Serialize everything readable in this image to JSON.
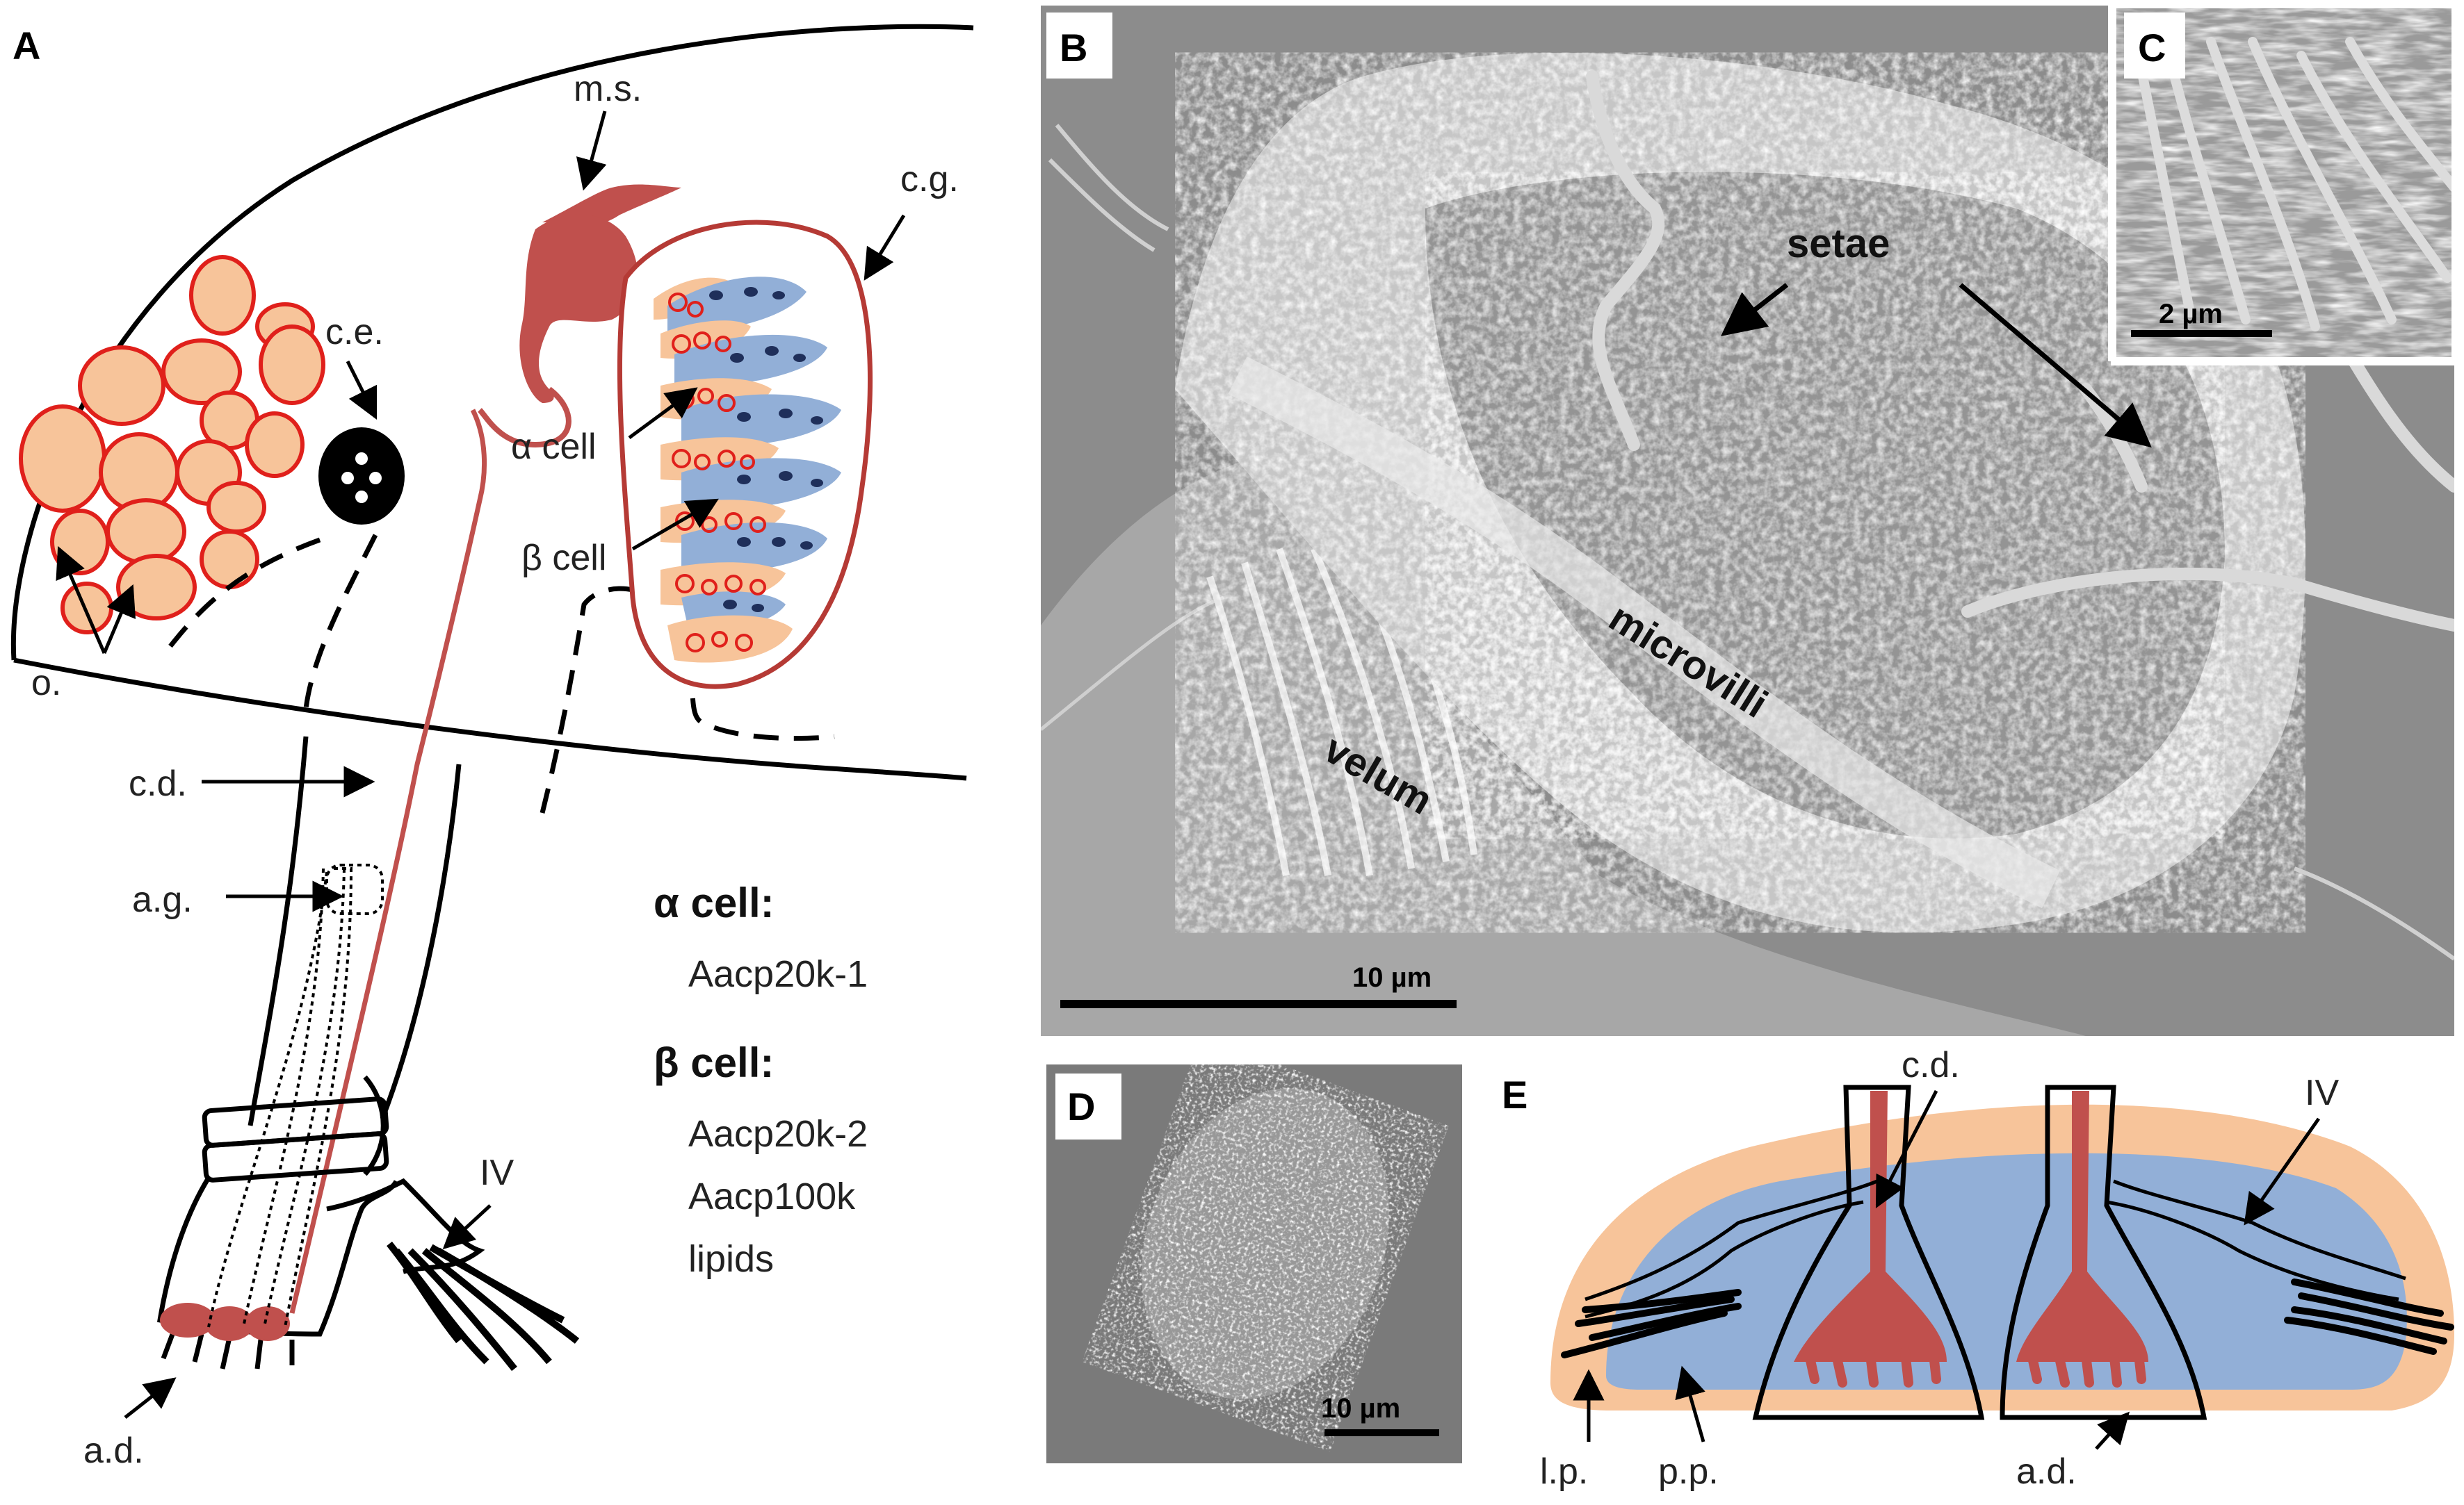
{
  "panels": {
    "A": {
      "letter": "A"
    },
    "B": {
      "letter": "B"
    },
    "C": {
      "letter": "C"
    },
    "D": {
      "letter": "D"
    },
    "E": {
      "letter": "E"
    }
  },
  "labels_a": {
    "ms": "m.s.",
    "cg": "c.g.",
    "ce": "c.e.",
    "alpha_cell": "α cell",
    "beta_cell": "β cell",
    "o": "o.",
    "cd": "c.d.",
    "ag": "a.g.",
    "iv": "IV",
    "ad": "a.d."
  },
  "legend": {
    "alpha_head": "α cell:",
    "alpha_items": [
      "Aacp20k-1"
    ],
    "beta_head": "β cell:",
    "beta_items": [
      "Aacp20k-2",
      "Aacp100k",
      "lipids"
    ]
  },
  "labels_b": {
    "setae": "setae",
    "microvilli": "microvilli",
    "velum": "velum",
    "scale": "10 µm"
  },
  "labels_c": {
    "scale": "2 µm"
  },
  "labels_d": {
    "scale": "10 µm"
  },
  "labels_e": {
    "cd": "c.d.",
    "iv": "IV",
    "lp": "l.p.",
    "pp": "p.p.",
    "ad": "a.d."
  },
  "colors": {
    "peach": "#f7c49a",
    "red_outline": "#e0201b",
    "duct_red": "#c0504d",
    "alpha_blue": "#92afd7",
    "dark_blue": "#1f2f5a",
    "sem_gray": "#8c8c8c"
  }
}
